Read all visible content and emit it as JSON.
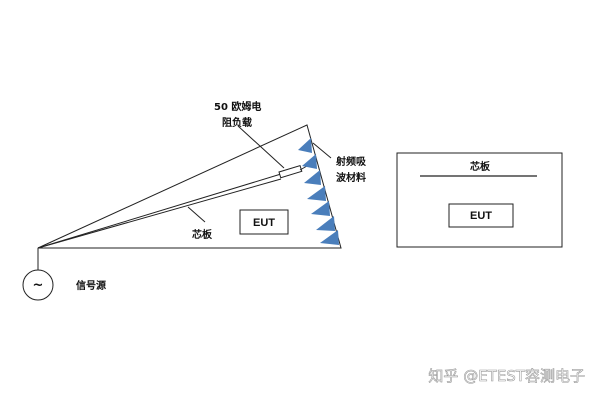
{
  "diagram": {
    "load_label_line1": "50 欧姆电",
    "load_label_line2": "阻负载",
    "absorber_label_line1": "射频吸",
    "absorber_label_line2": "波材料",
    "stripline_label": "芯板",
    "eut_left_label": "EUT",
    "source_symbol": "~",
    "source_label": "信号源",
    "right_box_title": "芯板",
    "eut_right_label": "EUT",
    "watermark": "知乎 @ETEST容测电子",
    "absorber_color": "#4A7EBB"
  }
}
